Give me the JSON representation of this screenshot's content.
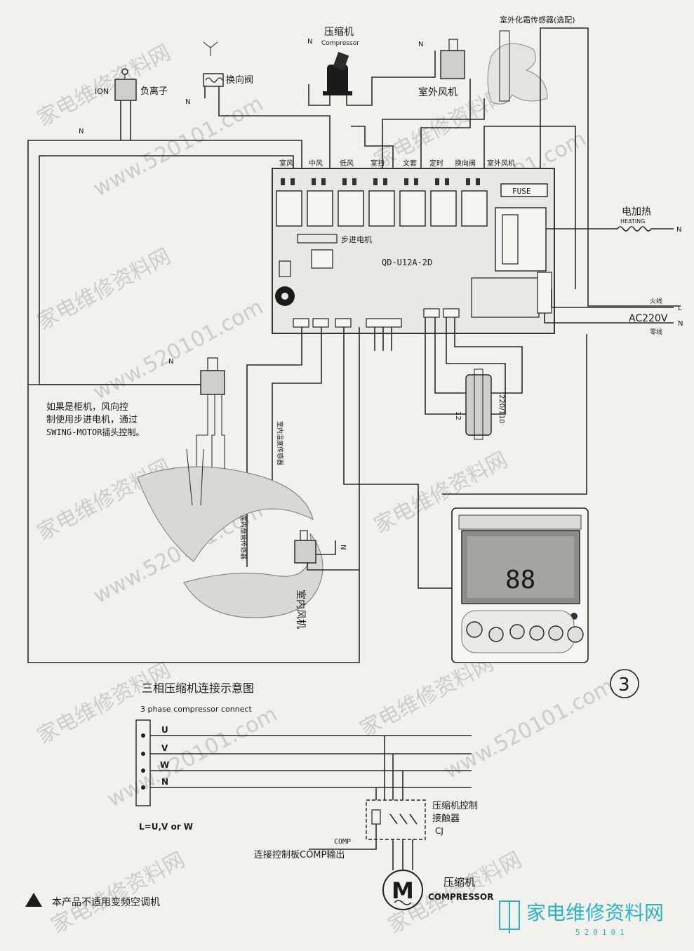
{
  "colors": {
    "ink": "#1f1f1f",
    "paper": "#f2f1ec",
    "watermark": "#c9c9c4",
    "brand": "#2ab3c8"
  },
  "components": {
    "ion": "ION",
    "ion_label": "负离子",
    "valve_label": "换向阀",
    "compressor_cn": "压缩机",
    "compressor_en": "Compressor",
    "outdoor_sensor": "室外化霜传感器(选配)",
    "outdoor_fan": "室外风机",
    "heater_cn": "电加热",
    "heater_en": "HEATING",
    "live_cn": "火线",
    "neutral_cn": "零线",
    "ac": "AC220V",
    "l": "L",
    "n": "N",
    "fuse": "FUSE",
    "board_model": "QD-U12A-2D",
    "stepper_motor": "步进电机",
    "swing_text": [
      "如果是柜机，风向控",
      "制使用步进电机，通过",
      "SWING-MOTOR插头控制。"
    ],
    "indoor_fan": "室内风机",
    "indoor_coil_sensor": "室内盘管传感器",
    "indoor_temp_sensor": "室内温度传感器",
    "transformer_12": "12",
    "transformer_220": "220/110",
    "circled_number": "3",
    "relay_labels": [
      "室风",
      "中风",
      "低风",
      "室扫",
      "文套",
      "定时",
      "换向阀",
      "室外风机"
    ]
  },
  "three_phase": {
    "title_cn": "三相压缩机连接示意图",
    "title_en": "3 phase compressor connect",
    "phases": [
      "U",
      "V",
      "W",
      "N"
    ],
    "l_note": "L=U,V or W",
    "contactor_cn_1": "压缩机控制",
    "contactor_cn_2": "接触器",
    "contactor_cj": "CJ",
    "comp_label": "COMP",
    "comp_out_cn": "连接控制板COMP输出",
    "motor_letter": "M",
    "compressor_cn": "压缩机",
    "compressor_en": "COMPRESSOR"
  },
  "warning": "本产品不适用变频空调机",
  "brand": {
    "cn": "家电维修资料网",
    "url": "520101"
  },
  "watermarks": [
    "家电维修资料网",
    "www.520101.com"
  ]
}
